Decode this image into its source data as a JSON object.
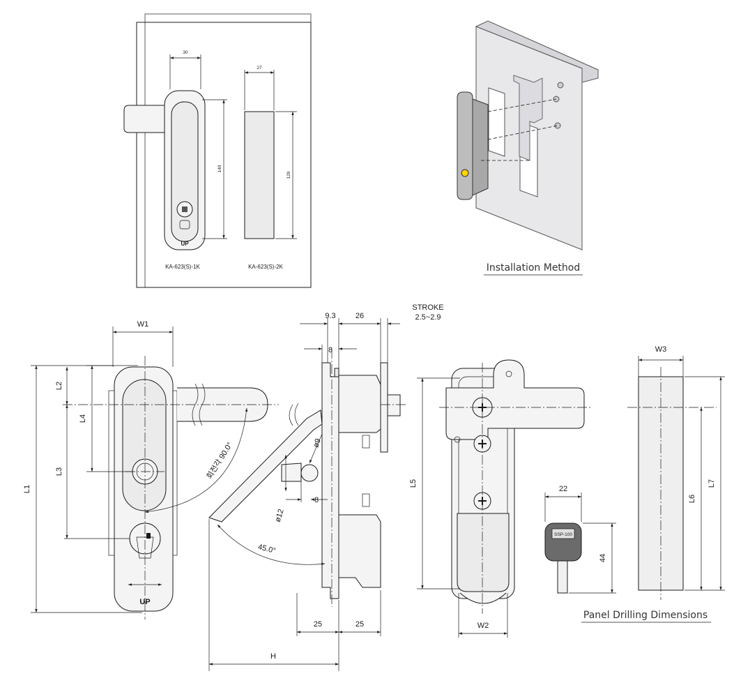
{
  "top_left_figure": {
    "width_dim": "30",
    "height_dim": "140",
    "cutout_width_dim": "27",
    "cutout_height_dim": "129",
    "handle_marking": "UP",
    "model_1k": "KA-623(S)-1K",
    "model_2k": "KA-623(S)-2K"
  },
  "installation": {
    "caption": "Installation Method"
  },
  "front_view": {
    "w1": "W1",
    "l1": "L1",
    "l2": "L2",
    "l3": "L3",
    "l4": "L4",
    "rotation_label": "회전각 90.0°",
    "handle_marking": "UP"
  },
  "side_view": {
    "dim_9_3": "9.3",
    "dim_26": "26",
    "stroke_label": "STROKE",
    "stroke_range": "2.5~2.9",
    "dim_8_top": "8",
    "dim_8_bottom": "8",
    "phi9": "ø9",
    "phi12": "ø12",
    "angle_45": "45.0°",
    "dim_25_left": "25",
    "dim_25_right": "25",
    "h": "H"
  },
  "rear_view": {
    "l5": "L5",
    "w2": "W2"
  },
  "key": {
    "width_dim": "22",
    "height_dim": "44",
    "key_code": "SSP-100"
  },
  "panel_cutout": {
    "w3": "W3",
    "l6": "L6",
    "l7": "L7",
    "caption": "Panel Drilling Dimensions"
  }
}
